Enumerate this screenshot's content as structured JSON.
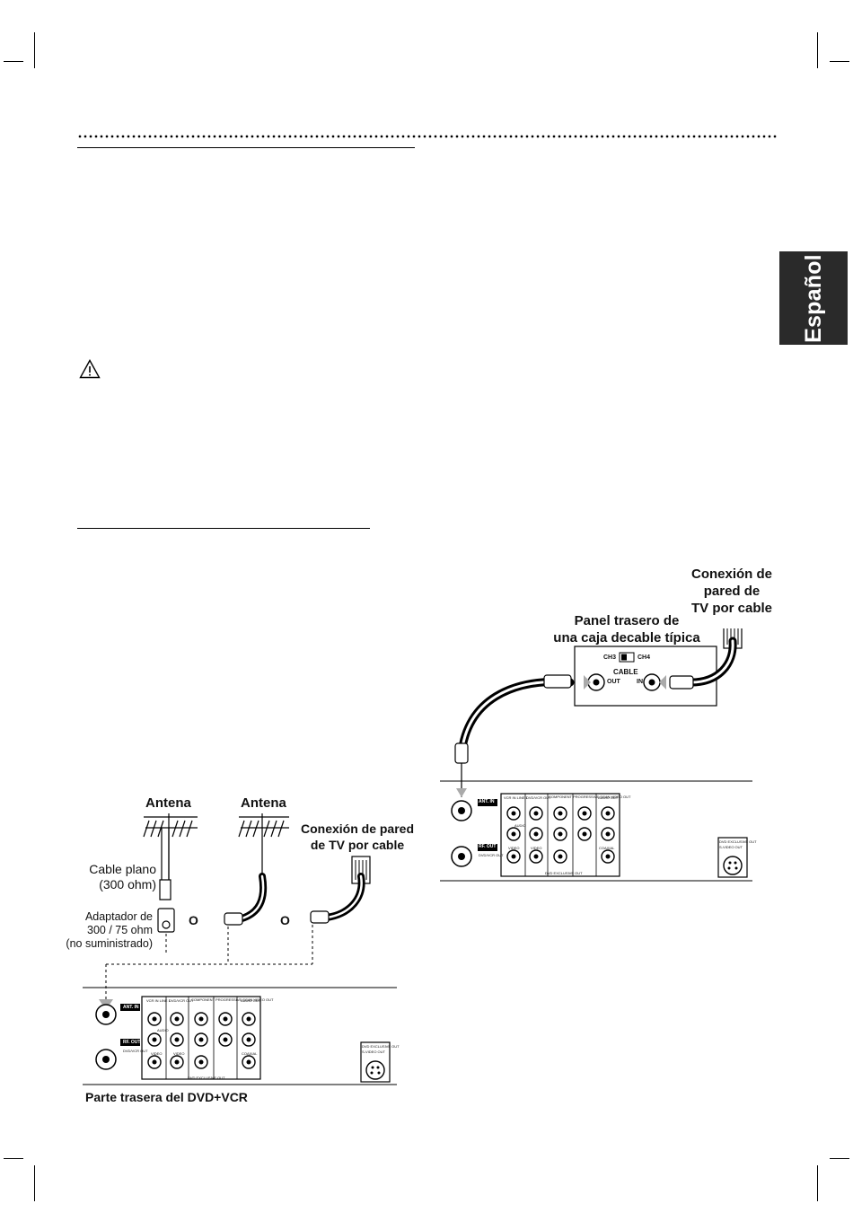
{
  "language_tab": "Español",
  "diagram_left": {
    "antenna_1": "Antena",
    "antenna_2": "Antena",
    "wall_1": "Conexión de pared",
    "wall_2": "de TV por cable",
    "flat_cable_1": "Cable plano",
    "flat_cable_2": "(300 ohm)",
    "adapter_1": "Adaptador de",
    "adapter_2": "300 / 75 ohm",
    "adapter_3": "(no suministrado)",
    "or_1": "O",
    "or_2": "O",
    "caption": "Parte trasera del DVD+VCR"
  },
  "diagram_right": {
    "wall_1": "Conexión de",
    "wall_2": "pared de",
    "wall_3": "TV por cable",
    "box_1": "Panel trasero de",
    "box_2": "una caja decable típica",
    "ch3": "CH3",
    "ch4": "CH4",
    "cable": "CABLE",
    "out": "OUT",
    "in": "IN"
  },
  "panel": {
    "ant_in": "ANT. IN",
    "rf_out": "RF. OUT",
    "dvd_vcr_out": "DVD/VCR OUT",
    "vcr_in": "VCR IN LINE 1",
    "dvd_vcr_jack": "DVD/VCR OUT",
    "component": "COMPONENT PROGRESSIVE SCAN VIDEO OUT",
    "audio_out": "AUDIO OUT",
    "audio": "AUDIO",
    "video": "VIDEO",
    "coaxial": "COAXIAL",
    "dvd_exclusive_out": "DVD EXCLUSIVE OUT",
    "dvd_exclusive": "DVD EXCLUSIVE OUT",
    "svideo": "S-VIDEO OUT"
  }
}
